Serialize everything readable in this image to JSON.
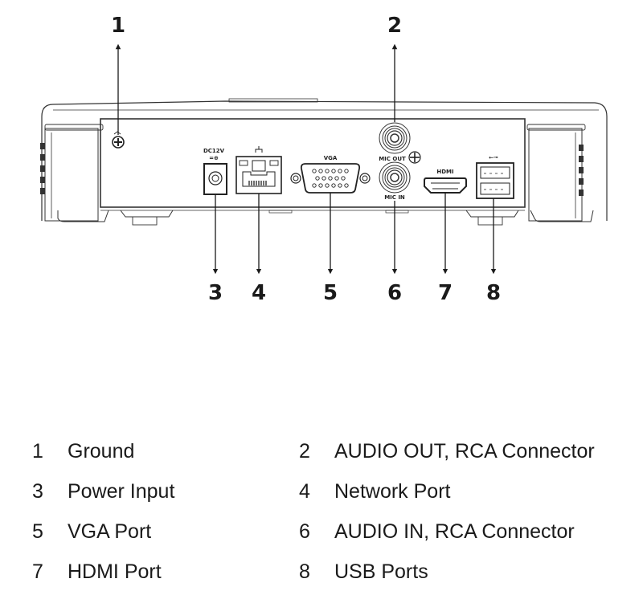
{
  "diagram": {
    "title": "Rear panel",
    "callouts": [
      {
        "number": "1",
        "target": "ground-screw"
      },
      {
        "number": "2",
        "target": "audio-out-rca"
      },
      {
        "number": "3",
        "target": "power-input"
      },
      {
        "number": "4",
        "target": "network-port"
      },
      {
        "number": "5",
        "target": "vga-port"
      },
      {
        "number": "6",
        "target": "audio-in-rca"
      },
      {
        "number": "7",
        "target": "hdmi-port"
      },
      {
        "number": "8",
        "target": "usb-ports"
      }
    ],
    "port_labels": {
      "power": "DC12V",
      "vga": "VGA",
      "mic_out": "MIC OUT",
      "mic_in": "MIC IN",
      "hdmi": "HDMI"
    }
  },
  "legend": [
    {
      "number": "1",
      "label": "Ground"
    },
    {
      "number": "2",
      "label": "AUDIO OUT, RCA Connector"
    },
    {
      "number": "3",
      "label": "Power Input"
    },
    {
      "number": "4",
      "label": "Network Port"
    },
    {
      "number": "5",
      "label": "VGA Port"
    },
    {
      "number": "6",
      "label": "AUDIO IN, RCA Connector"
    },
    {
      "number": "7",
      "label": "HDMI Port"
    },
    {
      "number": "8",
      "label": "USB Ports"
    }
  ]
}
